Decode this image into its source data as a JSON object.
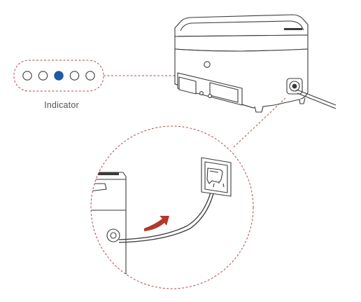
{
  "diagram": {
    "indicator_label": "Indicator",
    "indicator_count": 5,
    "active_indicator_index": 3,
    "colors": {
      "line": "#3a3a3a",
      "callout_dash": "#b24a4a",
      "active_dot": "#1f5aa6",
      "arrow": "#b23a2a",
      "body_fill": "#ffffff",
      "shadow_fill": "#f2f2f2"
    },
    "icons": [
      "indicator-dot",
      "power-port-icon",
      "wall-socket-icon",
      "plug-icon",
      "direction-arrow-icon"
    ]
  }
}
